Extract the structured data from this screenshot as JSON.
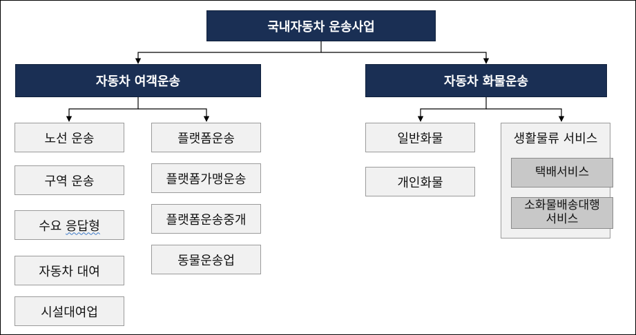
{
  "root": "국내자동차 운송사업",
  "passenger": {
    "title": "자동차 여객운송",
    "col1": [
      "노선 운송",
      "구역 운송",
      "수요 ",
      "응답형",
      "자동차 대여",
      "시설대여업"
    ],
    "col2": [
      "플랫폼운송",
      "플랫폼가맹운송",
      "플랫폼운송중개",
      "동물운송업"
    ]
  },
  "freight": {
    "title": "자동차 화물운송",
    "col1": [
      "일반화물",
      "개인화물"
    ],
    "logistics": {
      "title": "생활물류 서비스",
      "items": [
        "택배서비스",
        "소화물배송대행",
        "서비스"
      ]
    }
  }
}
